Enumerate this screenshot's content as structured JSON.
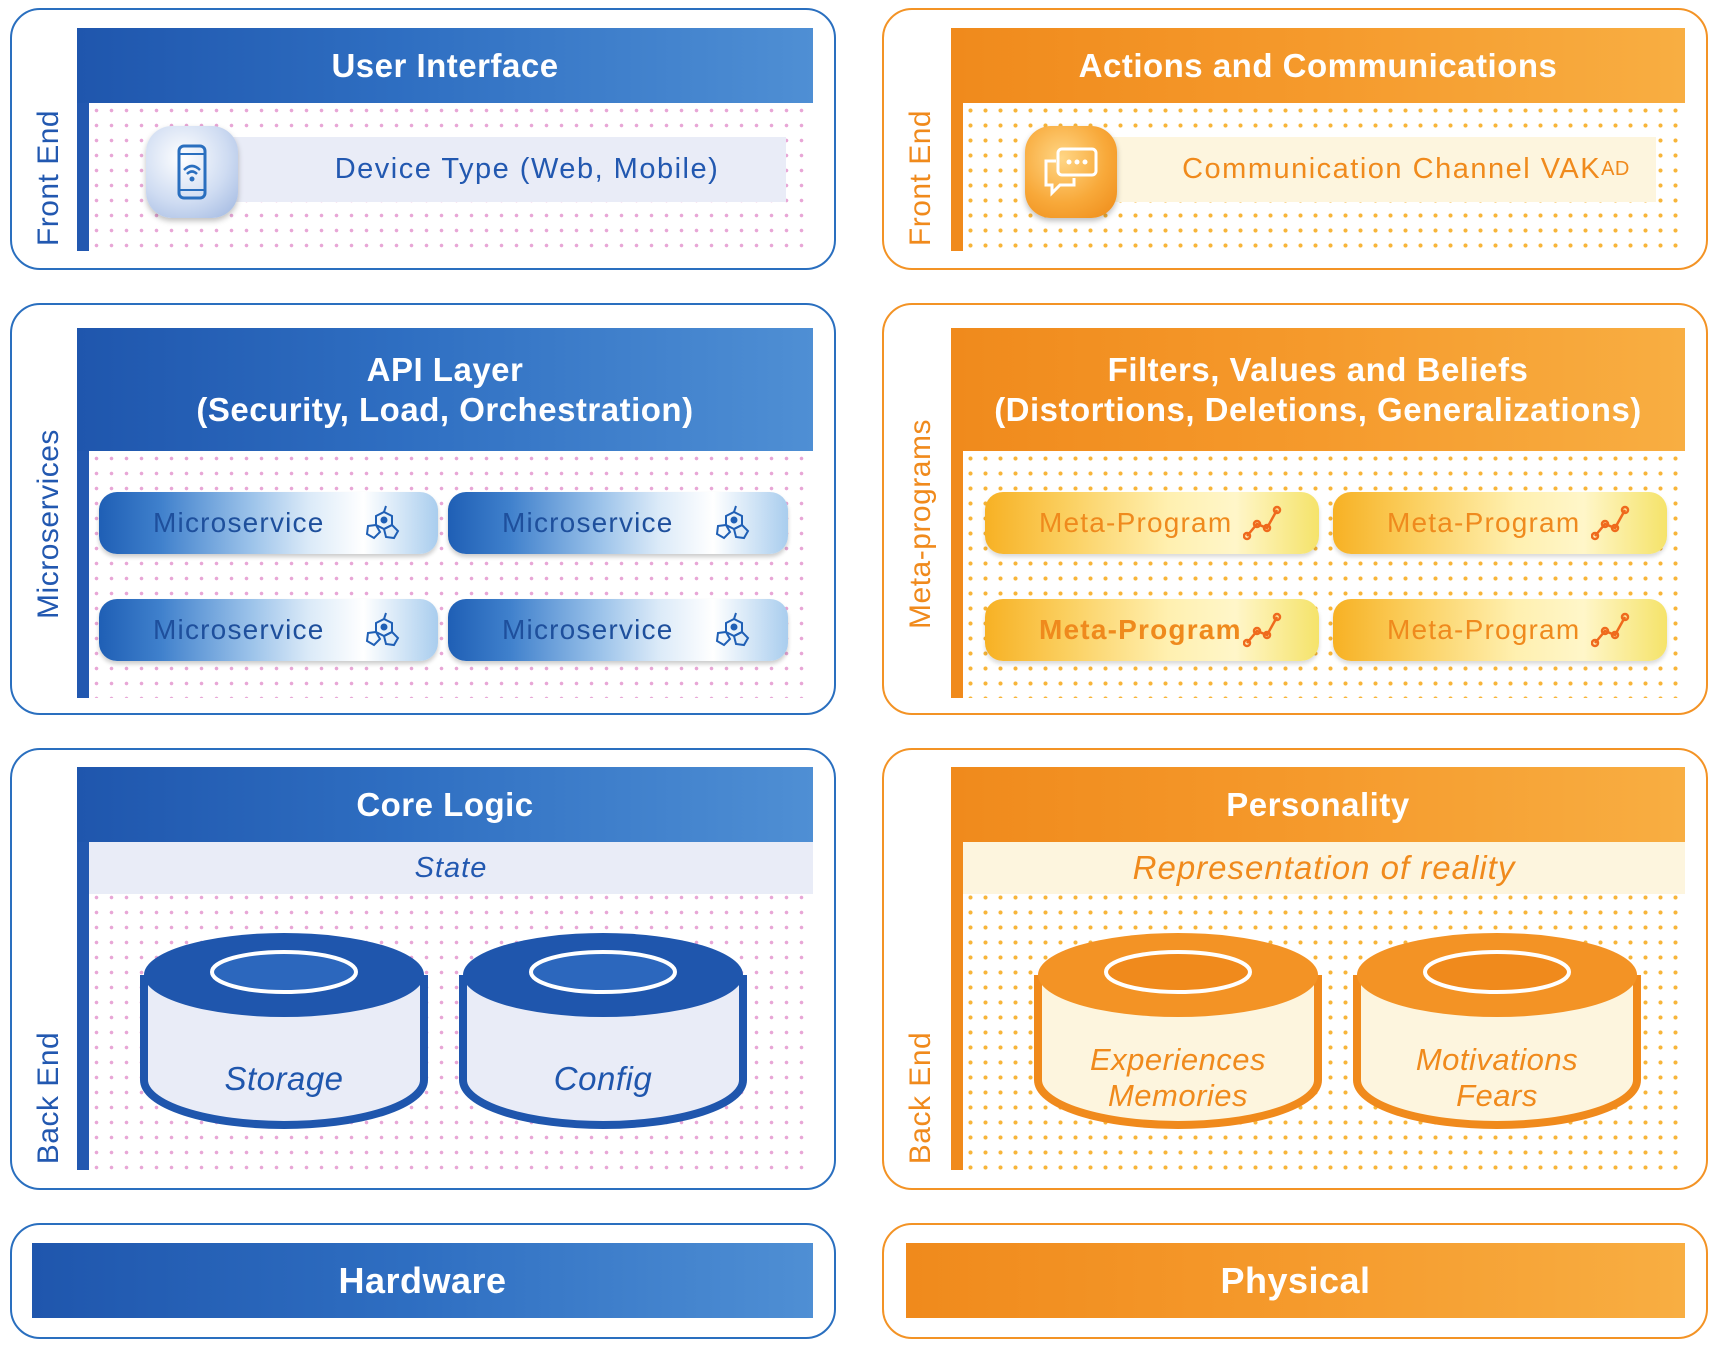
{
  "left": {
    "front_end": {
      "side_label": "Front End",
      "header": "User Interface",
      "item": "Device Type (Web, Mobile)",
      "icon": "mobile-wifi-icon"
    },
    "microservices": {
      "side_label": "Microservices",
      "header_line1": "API Layer",
      "header_line2": "(Security, Load, Orchestration)",
      "pills": [
        "Microservice",
        "Microservice",
        "Microservice",
        "Microservice"
      ],
      "pill_icon": "molecule-icon"
    },
    "back_end": {
      "side_label": "Back End",
      "header": "Core Logic",
      "strip": "State",
      "cylinders": [
        "Storage",
        "Config"
      ]
    },
    "footer": "Hardware"
  },
  "right": {
    "front_end": {
      "side_label": "Front End",
      "header": "Actions and Communications",
      "item": "Communication Channel VAK",
      "item_sub": "AD",
      "icon": "chat-bubbles-icon"
    },
    "meta_programs": {
      "side_label": "Meta-programs",
      "header_line1": "Filters, Values and Beliefs",
      "header_line2": "(Distortions, Deletions, Generalizations)",
      "pills": [
        "Meta-Program",
        "Meta-Program",
        "Meta-Program",
        "Meta-Program"
      ],
      "pill_icon": "line-graph-icon"
    },
    "back_end": {
      "side_label": "Back End",
      "header": "Personality",
      "strip": "Representation of reality",
      "cylinders": [
        {
          "line1": "Experiences",
          "line2": "Memories"
        },
        {
          "line1": "Motivations",
          "line2": "Fears"
        }
      ]
    },
    "footer": "Physical"
  },
  "colors": {
    "blue": "#2258b0",
    "orange": "#f08a1c",
    "blue_dots": "#e8a6d6",
    "orange_dots": "#f7b53a"
  }
}
